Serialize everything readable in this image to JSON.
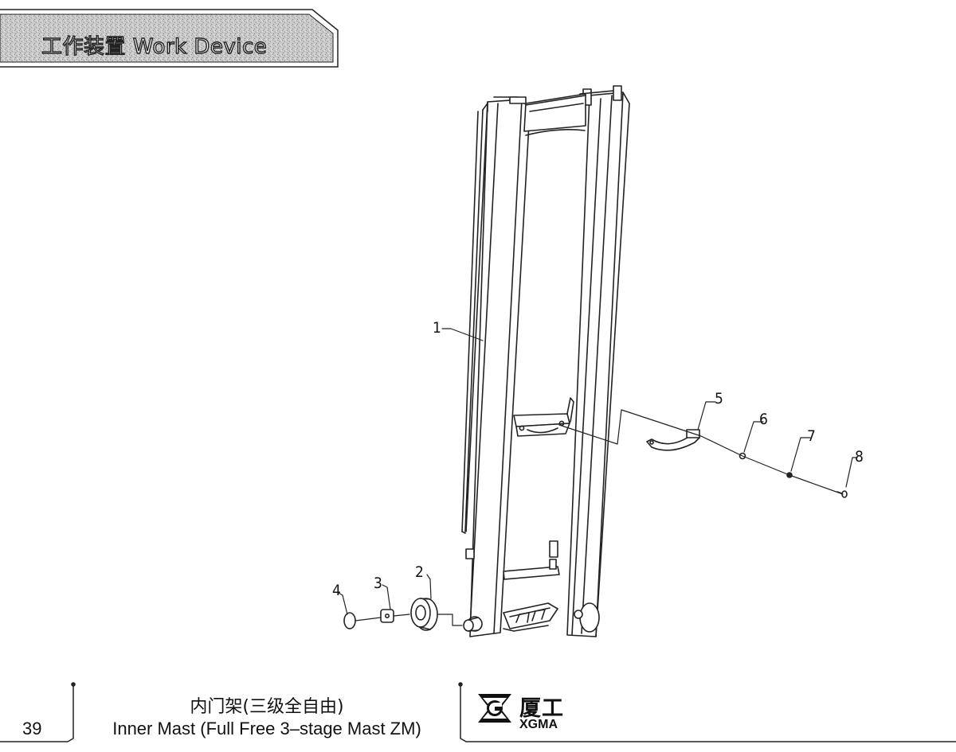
{
  "header": {
    "title": "工作装置 Work Device"
  },
  "callouts": [
    "1",
    "2",
    "3",
    "4",
    "5",
    "6",
    "7",
    "8"
  ],
  "footer": {
    "page_number": "39",
    "title_cn": "内门架(三级全自由)",
    "title_en": "Inner Mast (Full Free 3–stage Mast ZM)",
    "brand_cn": "厦工",
    "brand_en": "XGMA"
  }
}
